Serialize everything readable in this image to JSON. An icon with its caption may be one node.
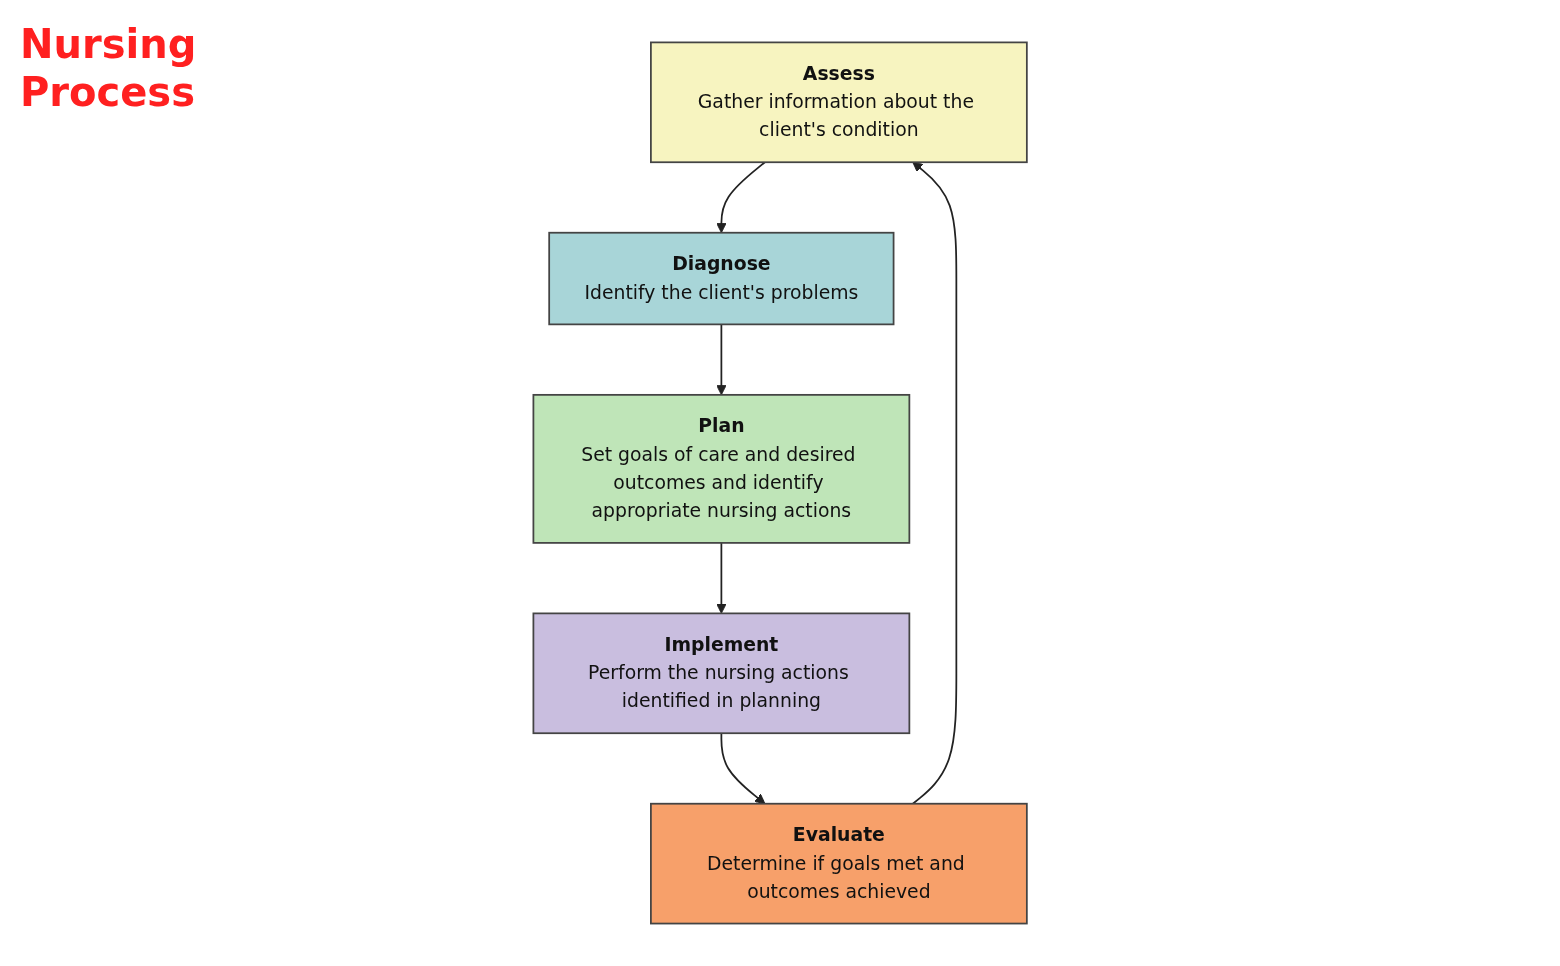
{
  "diagram": {
    "nodes": [
      {
        "text": [
          "Assess",
          "Gather information about the client's condition"
        ]
      },
      {
        "text": [
          "Diagnose",
          "Identify the client's problems"
        ]
      },
      {
        "text": [
          "Plan",
          "Set goals of care and desired outcomes and identify appropriate nursing actions"
        ]
      },
      {
        "text": [
          "Implement",
          "Perform the nursing actions identified in planning"
        ]
      },
      {
        "text": [
          "Evaluate",
          "Determine if goals met and outcomes achieved"
        ]
      }
    ],
    "edges": [
      {
        "from": 0,
        "to": 1,
        "arrow": "to"
      },
      {
        "from": 1,
        "to": 2,
        "arrow": "to"
      },
      {
        "from": 2,
        "to": 3,
        "arrow": "to"
      },
      {
        "from": 3,
        "to": 4,
        "arrow": "to"
      },
      {
        "from": 4,
        "to": 0,
        "arrow": "to"
      }
    ],
    "labels": [
      "Nursing Process"
    ]
  }
}
